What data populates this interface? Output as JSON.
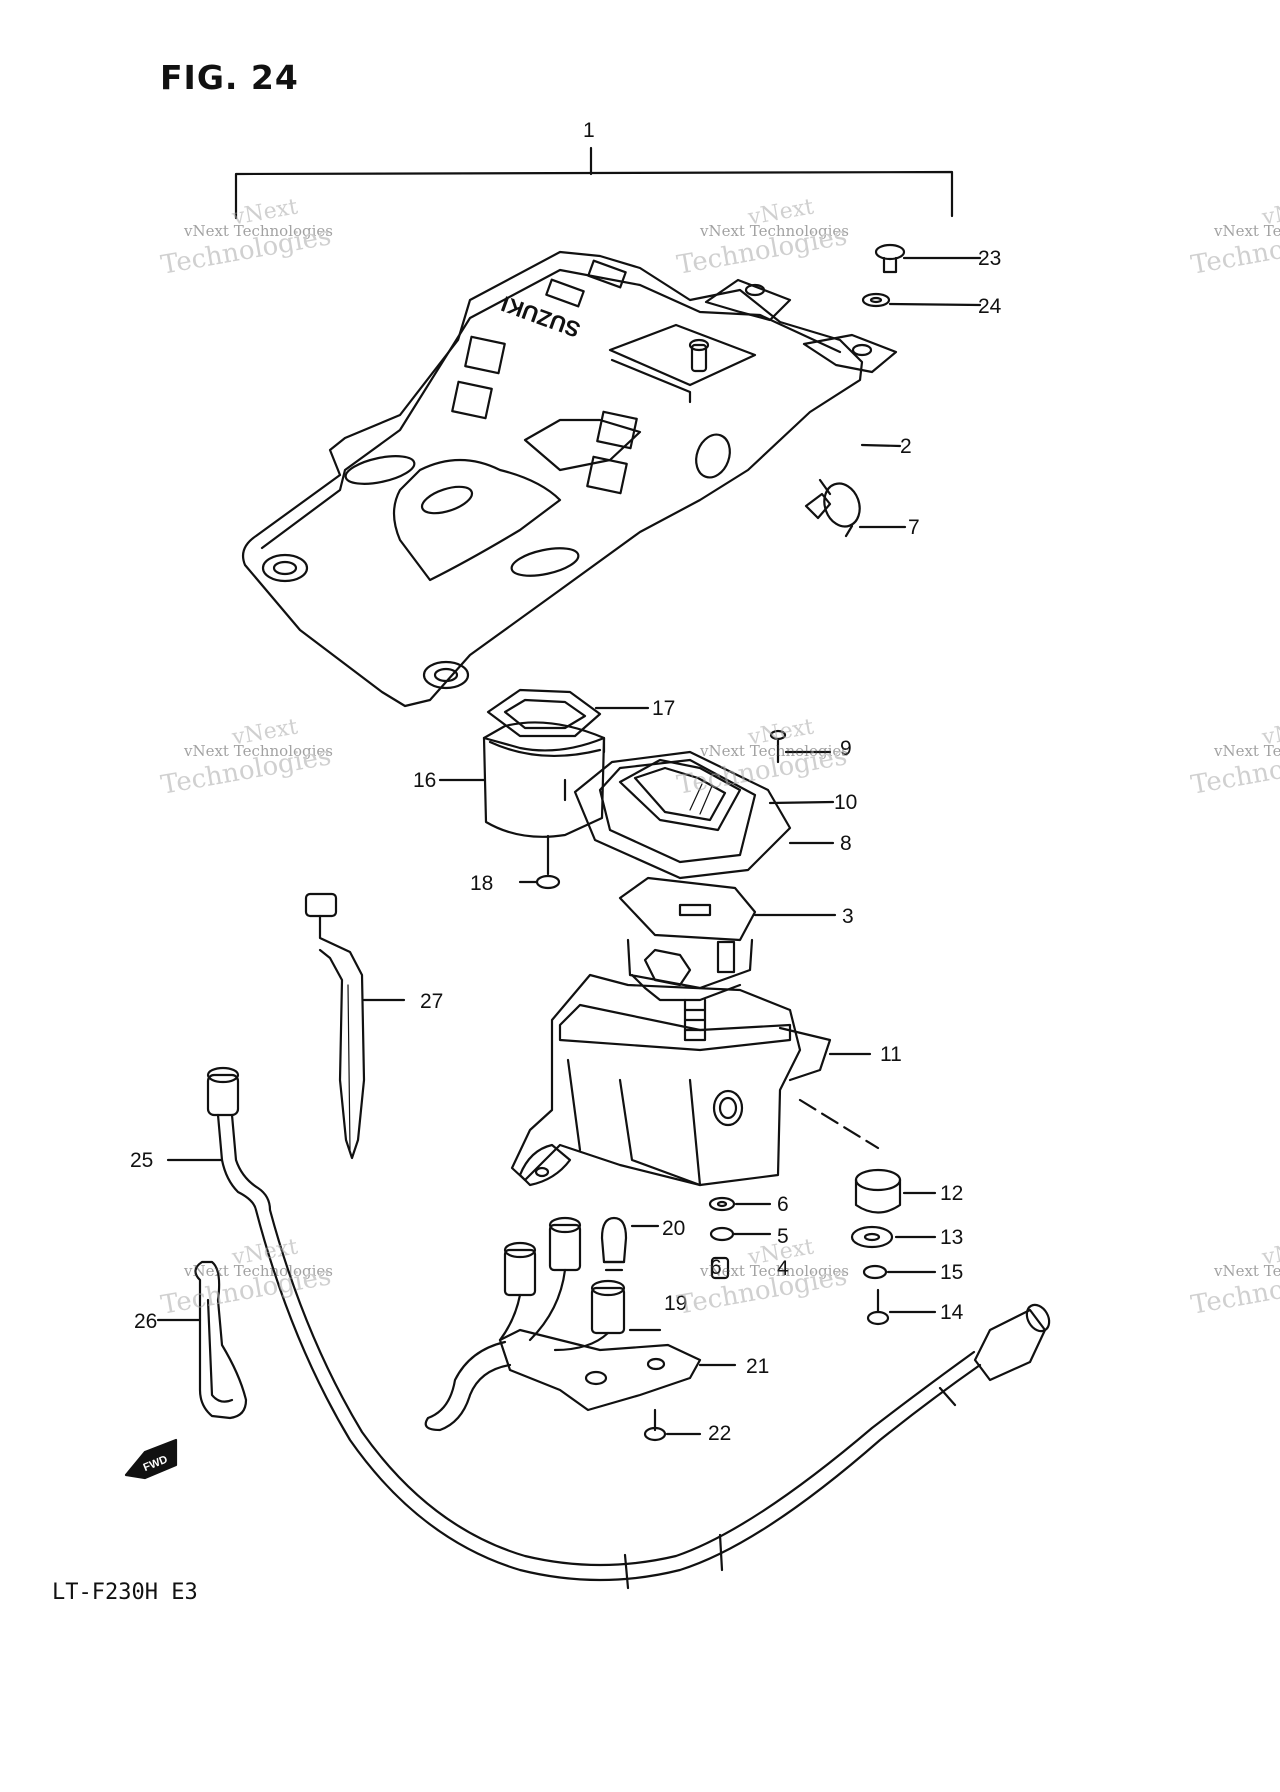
{
  "figure": {
    "title": "FIG. 24",
    "model_code": "LT-F230H E3",
    "fwd_badge": "FWD",
    "cover_brand": "SUZUKI"
  },
  "watermark": {
    "small": "vNext Technologies",
    "top": "vNext",
    "big": "Technologies"
  },
  "callouts": [
    {
      "id": "1",
      "label": "1"
    },
    {
      "id": "2",
      "label": "2"
    },
    {
      "id": "3",
      "label": "3"
    },
    {
      "id": "4",
      "label": "4"
    },
    {
      "id": "5",
      "label": "5"
    },
    {
      "id": "6",
      "label": "6"
    },
    {
      "id": "6b",
      "label": "6"
    },
    {
      "id": "7",
      "label": "7"
    },
    {
      "id": "8",
      "label": "8"
    },
    {
      "id": "9",
      "label": "9"
    },
    {
      "id": "10",
      "label": "10"
    },
    {
      "id": "11",
      "label": "11"
    },
    {
      "id": "12",
      "label": "12"
    },
    {
      "id": "13",
      "label": "13"
    },
    {
      "id": "14",
      "label": "14"
    },
    {
      "id": "15",
      "label": "15"
    },
    {
      "id": "16",
      "label": "16"
    },
    {
      "id": "17",
      "label": "17"
    },
    {
      "id": "18",
      "label": "18"
    },
    {
      "id": "19",
      "label": "19"
    },
    {
      "id": "20",
      "label": "20"
    },
    {
      "id": "21",
      "label": "21"
    },
    {
      "id": "22",
      "label": "22"
    },
    {
      "id": "23",
      "label": "23"
    },
    {
      "id": "24",
      "label": "24"
    },
    {
      "id": "25",
      "label": "25"
    },
    {
      "id": "26",
      "label": "26"
    },
    {
      "id": "27",
      "label": "27"
    }
  ]
}
